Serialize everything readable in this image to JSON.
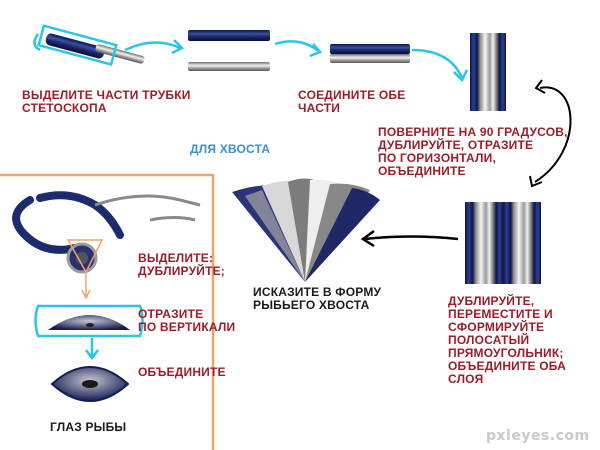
{
  "labels": {
    "step1": "ВЫДЕЛИТЕ ЧАСТИ ТРУБКИ\nСТЕТОСКОПА",
    "step2": "СОЕДИНИТЕ ОБЕ\nЧАСТИ",
    "step3": "ПОВЕРНИТЕ НА 90 ГРАДУСОВ,\nДУБЛИРУЙТЕ, ОТРАЗИТЕ\nПО ГОРИЗОНТАЛИ,\nОБЪЕДИНИТЕ",
    "tail_title": "ДЛЯ ХВОСТА",
    "step4": "ДУБЛИРУЙТЕ,\nПЕРЕМЕСТИТЕ И\nСФОРМИРУЙТЕ\nПОЛОСАТЫЙ\nПРЯМОУГОЛЬНИК;\nОБЪЕДИНИТЕ ОБА\nСЛОЯ",
    "step5": "ИСКАЗИТЕ В ФОРМУ\nРЫБЬЕГО ХВОСТА",
    "eye1": "ВЫДЕЛИТЕ:\nДУБЛИРУЙТЕ;",
    "eye2": "ОТРАЗИТЕ\nПО ВЕРТИКАЛИ",
    "eye3": "ОБЪЕДИНИТЕ",
    "eye_title": "ГЛАЗ РЫБЫ"
  },
  "watermark": "pxleyes.com",
  "colors": {
    "label_red": "#9b1d2a",
    "arrow_cyan": "#29c6e8",
    "arrow_black": "#000000",
    "frame_orange": "#f0a467",
    "tube_navy": "#1c2a6e",
    "metal": "#c8c8c8"
  }
}
